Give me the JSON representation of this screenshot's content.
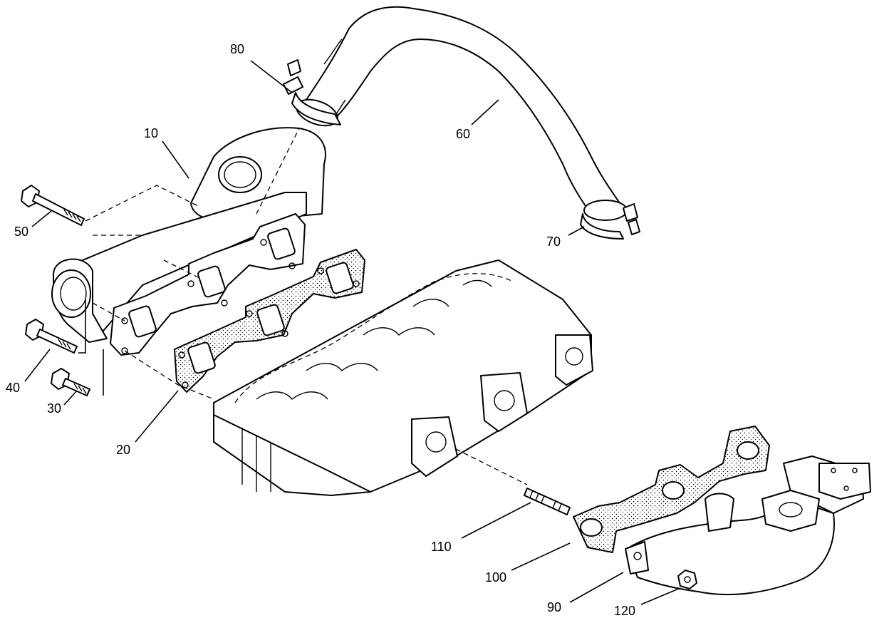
{
  "diagram": {
    "parts": [
      {
        "id": "p10",
        "label": "10",
        "name": "exhaust-manifold"
      },
      {
        "id": "p20",
        "label": "20",
        "name": "manifold-gasket"
      },
      {
        "id": "p30",
        "label": "30",
        "name": "bolt-short"
      },
      {
        "id": "p40",
        "label": "40",
        "name": "bolt-medium"
      },
      {
        "id": "p50",
        "label": "50",
        "name": "bolt-long"
      },
      {
        "id": "p60",
        "label": "60",
        "name": "hose"
      },
      {
        "id": "p70",
        "label": "70",
        "name": "hose-clamp-lower"
      },
      {
        "id": "p80",
        "label": "80",
        "name": "hose-clamp-upper"
      },
      {
        "id": "p90",
        "label": "90",
        "name": "intake-manifold"
      },
      {
        "id": "p100",
        "label": "100",
        "name": "intake-gasket"
      },
      {
        "id": "p110",
        "label": "110",
        "name": "stud"
      },
      {
        "id": "p120",
        "label": "120",
        "name": "nut"
      }
    ]
  }
}
